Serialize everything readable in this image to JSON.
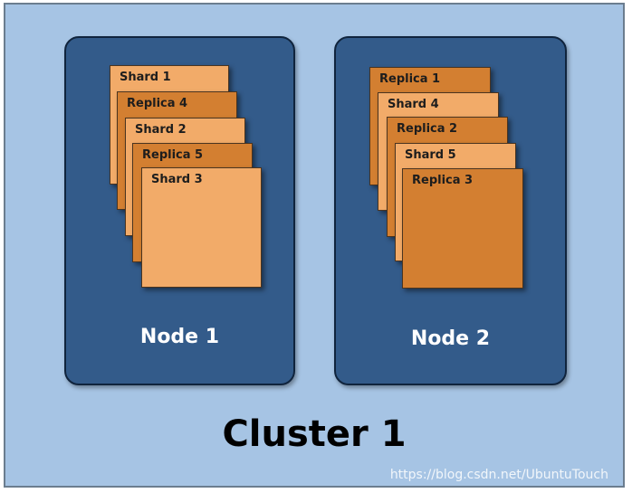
{
  "cluster": {
    "title": "Cluster 1",
    "nodes": [
      {
        "label": "Node 1",
        "cards": [
          {
            "label": "Shard 1",
            "kind": "shard"
          },
          {
            "label": "Replica 4",
            "kind": "replica"
          },
          {
            "label": "Shard 2",
            "kind": "shard"
          },
          {
            "label": "Replica 5",
            "kind": "replica"
          },
          {
            "label": "Shard 3",
            "kind": "shard"
          }
        ]
      },
      {
        "label": "Node 2",
        "cards": [
          {
            "label": "Replica 1",
            "kind": "replica"
          },
          {
            "label": "Shard 4",
            "kind": "shard"
          },
          {
            "label": "Replica 2",
            "kind": "replica"
          },
          {
            "label": "Shard 5",
            "kind": "shard"
          },
          {
            "label": "Replica 3",
            "kind": "replica"
          }
        ]
      }
    ]
  },
  "colors": {
    "cluster_bg": "#a6c4e4",
    "node_bg": "#335b8a",
    "shard": "#f2ab69",
    "replica": "#d37f31"
  },
  "watermark": "https://blog.csdn.net/UbuntuTouch"
}
